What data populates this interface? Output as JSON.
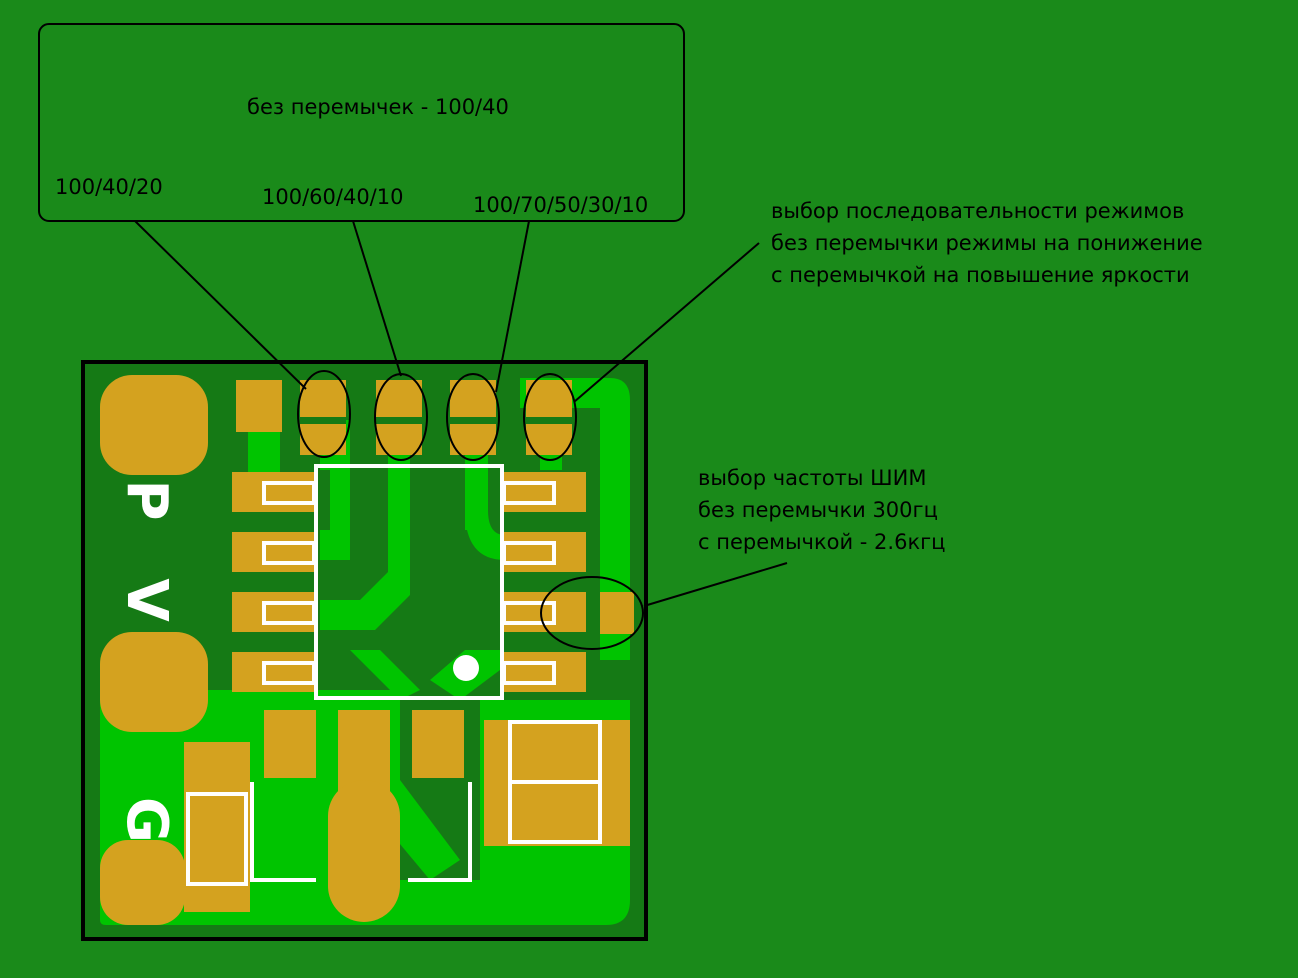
{
  "callout_box": {
    "default_text": "без перемычек - 100/40",
    "option_1": "100/40/20",
    "option_2": "100/60/40/10",
    "option_3": "100/70/50/30/10"
  },
  "sequence_note": {
    "lines": [
      "выбор последовательности режимов",
      "без перемычки режимы на понижение",
      "с перемычкой на повышение яркости"
    ]
  },
  "pwm_note": {
    "lines": [
      "выбор частоты ШИМ",
      "без перемычки 300гц",
      "с перемычкой - 2.6кгц"
    ]
  },
  "board": {
    "label_p": "P",
    "label_v": "V",
    "label_g": "G"
  },
  "colors": {
    "background": "#1a8a1a",
    "board": "#157a15",
    "trace": "#00c400",
    "pad": "#d4a21f",
    "silkscreen": "#ffffff"
  }
}
